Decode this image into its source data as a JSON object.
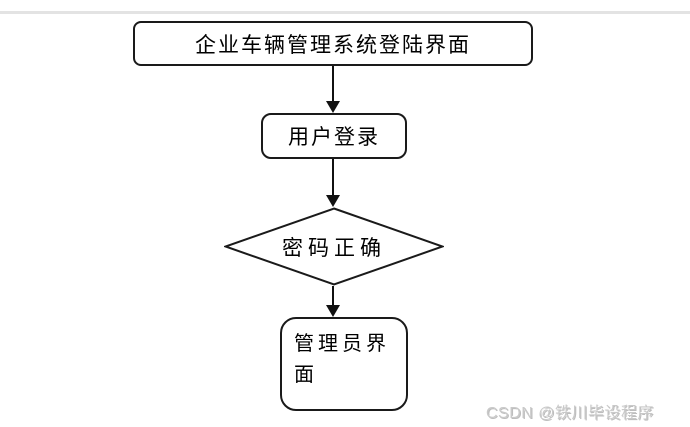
{
  "canvas": {
    "background": "#ffffff",
    "divider_color": "#e3e3e3",
    "stroke_color": "#1a1a1a"
  },
  "flowchart": {
    "nodes": [
      {
        "id": "login-screen",
        "shape": "rounded-rectangle",
        "label": "企业车辆管理系统登陆界面"
      },
      {
        "id": "user-login",
        "shape": "rounded-rectangle",
        "label": "用户登录"
      },
      {
        "id": "password-check",
        "shape": "diamond",
        "label": "密码正确"
      },
      {
        "id": "admin-interface",
        "shape": "rounded-rectangle",
        "label": "管理员界面"
      }
    ],
    "edges": [
      {
        "from": "login-screen",
        "to": "user-login"
      },
      {
        "from": "user-login",
        "to": "password-check"
      },
      {
        "from": "password-check",
        "to": "admin-interface"
      }
    ]
  },
  "watermark": {
    "text": "CSDN @铁川毕设程序",
    "color": "#c9c9c9"
  }
}
